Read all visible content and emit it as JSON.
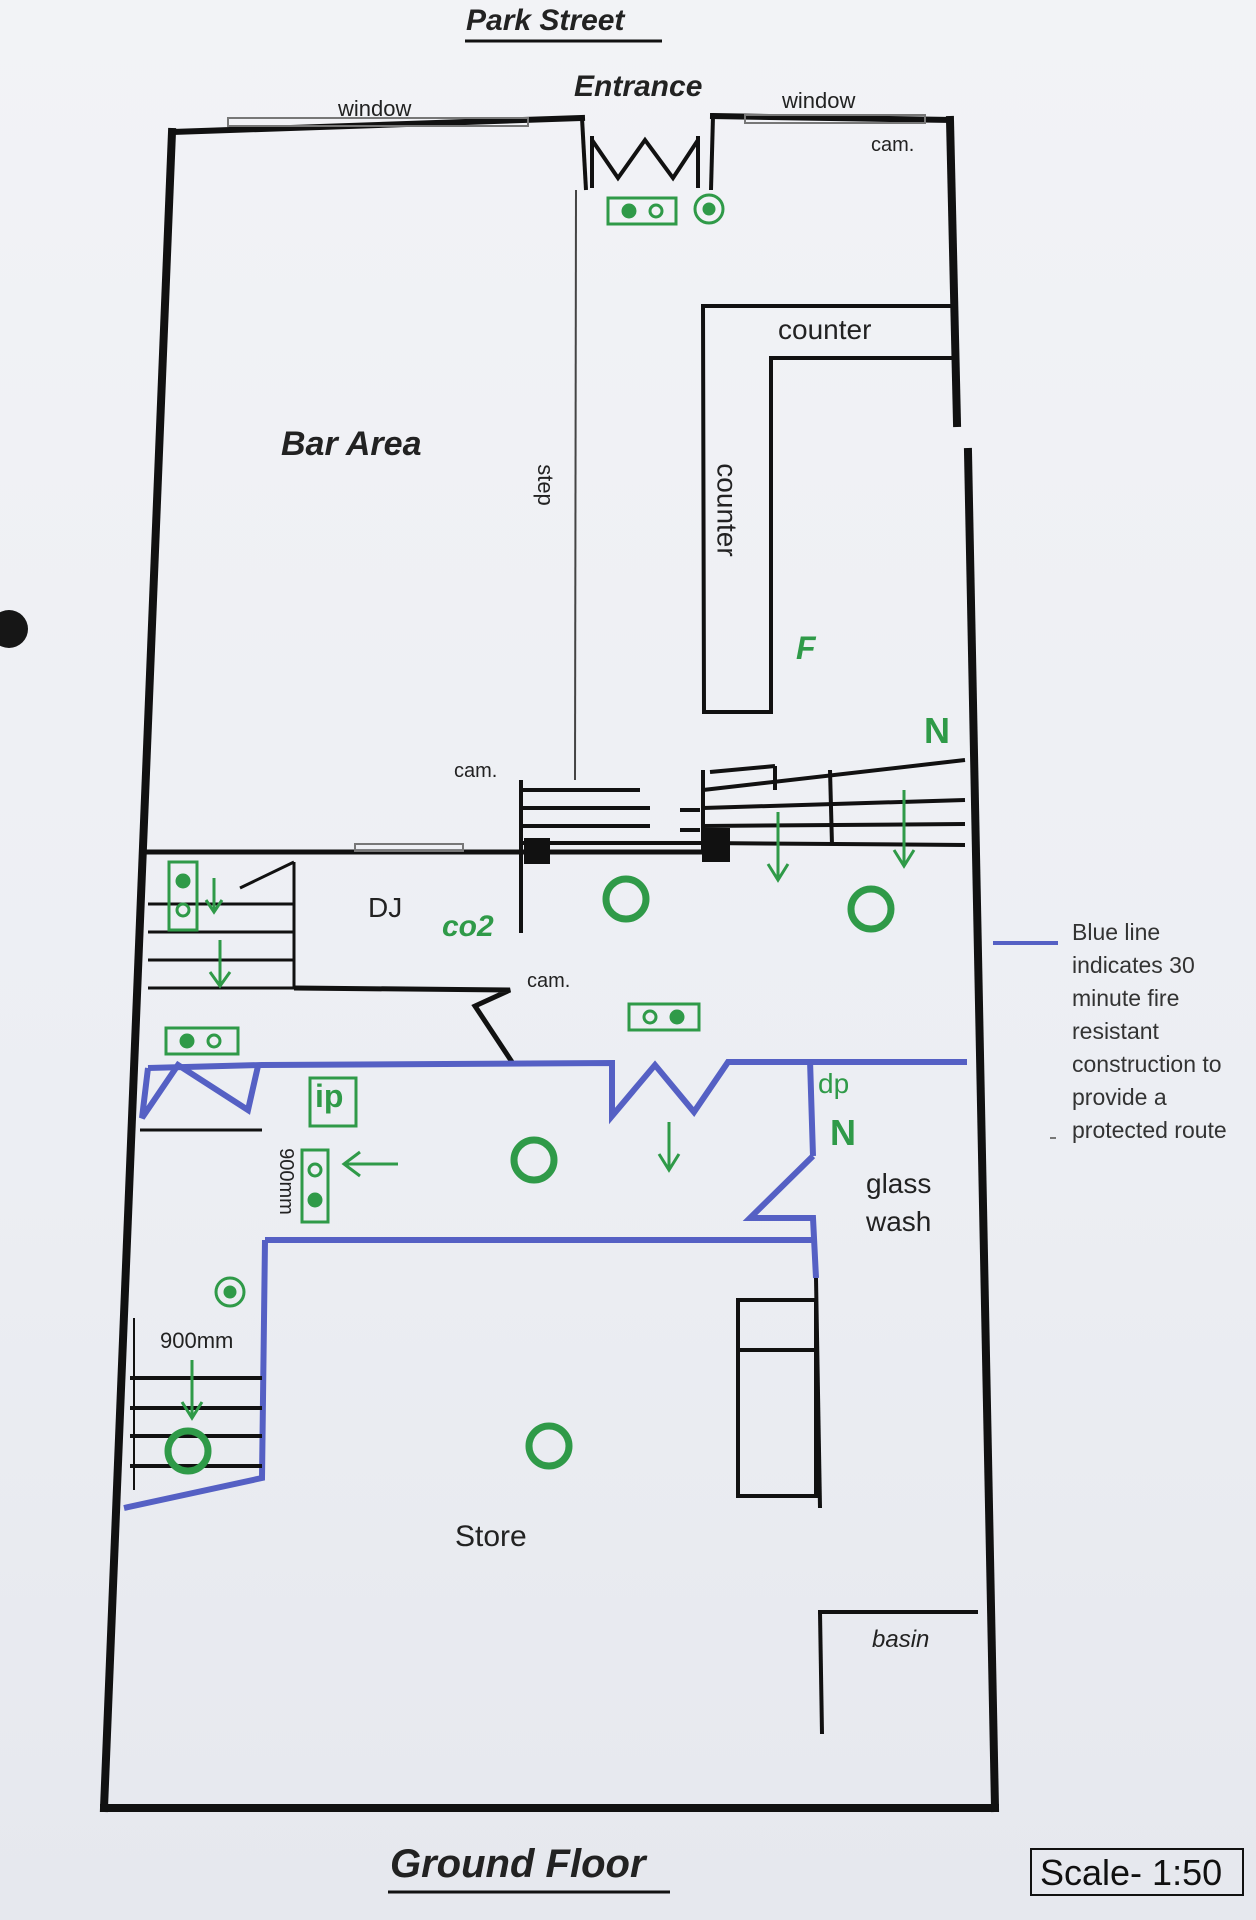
{
  "title_street": "Park Street",
  "footer_title": "Ground Floor",
  "scale": "Scale- 1:50",
  "labels": {
    "entrance": "Entrance",
    "window_left": "window",
    "window_right": "window",
    "cam_top": "cam.",
    "cam_mid": "cam.",
    "cam_lower": "cam.",
    "counter_h": "counter",
    "counter_v": "counter",
    "bar_area": "Bar Area",
    "step": "step",
    "dj": "DJ",
    "store": "Store",
    "glass_wash_1": "glass",
    "glass_wash_2": "wash",
    "basin": "basin",
    "dim_vertical": "900mm",
    "dim_horizontal": "900mm"
  },
  "symbols": {
    "f": "F",
    "n_top": "N",
    "n_mid": "N",
    "co2": "co2",
    "dp": "dp",
    "ip": "ip"
  },
  "legend": {
    "text": "Blue line indicates 30 minute fire resistant construction to provide a protected route"
  },
  "colors": {
    "wall": "#111111",
    "fire_route": "#5560c4",
    "safety_symbol": "#2f9a48"
  }
}
